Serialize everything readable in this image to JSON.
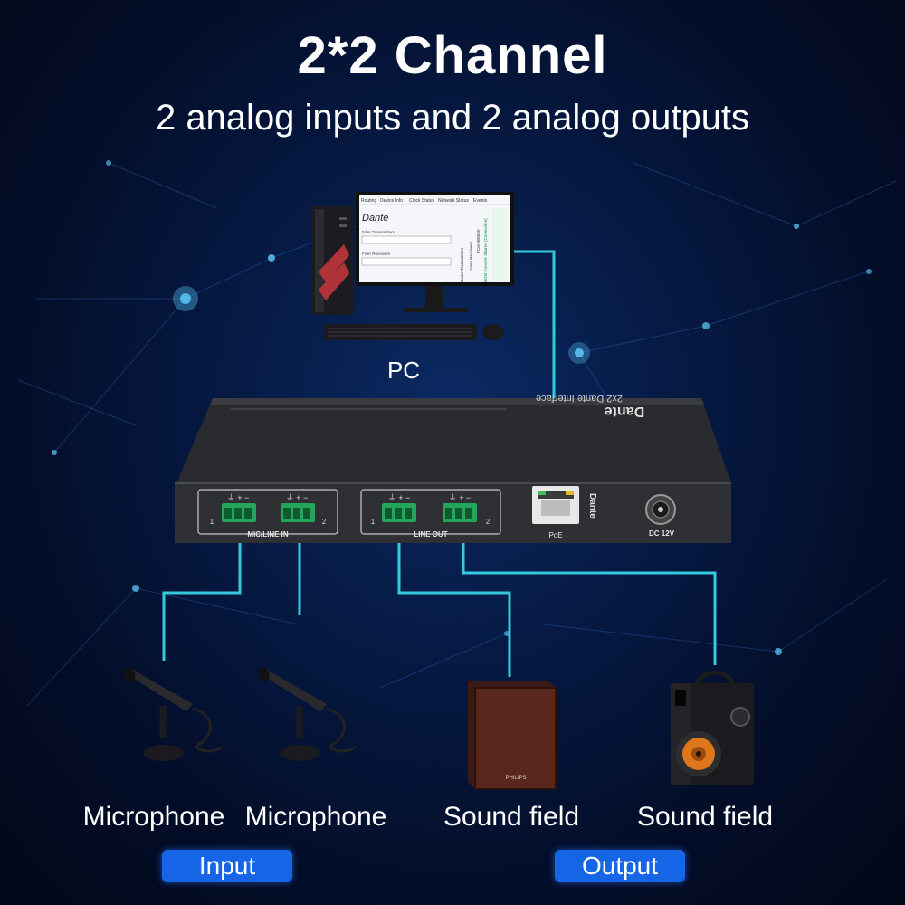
{
  "title": "2*2 Channel",
  "subtitle": "2 analog inputs and 2 analog outputs",
  "pc_label": "PC",
  "screen": {
    "tabs": [
      "Routing",
      "Device Info",
      "Clock Status",
      "Network Status",
      "Events"
    ],
    "brand": "Dante",
    "filter_transmitters": "Filter Transmitters",
    "filter_receivers": "Filter Receivers",
    "side_labels": [
      "Dante Transmitters",
      "Dante Receivers",
      "PCIe-000650"
    ],
    "side_green": "DDM Console Shared (Connection)"
  },
  "device": {
    "top_label": "2x2 Dante Interface",
    "brand": "Dante",
    "mic_line_in": "MIC/LINE IN",
    "line_out": "LINE OUT",
    "poe": "PoE",
    "dc": "DC 12V",
    "pin_symbols": "⏚ + −",
    "ch1": "1",
    "ch2": "2"
  },
  "speaker_brand": "PHILIPS",
  "bottom_labels": [
    "Microphone",
    "Microphone",
    "Sound field",
    "Sound field"
  ],
  "pills": {
    "input": "Input",
    "output": "Output"
  },
  "colors": {
    "cable": "#35c9de",
    "pill": "#1565e6",
    "terminal": "#23a55a"
  }
}
